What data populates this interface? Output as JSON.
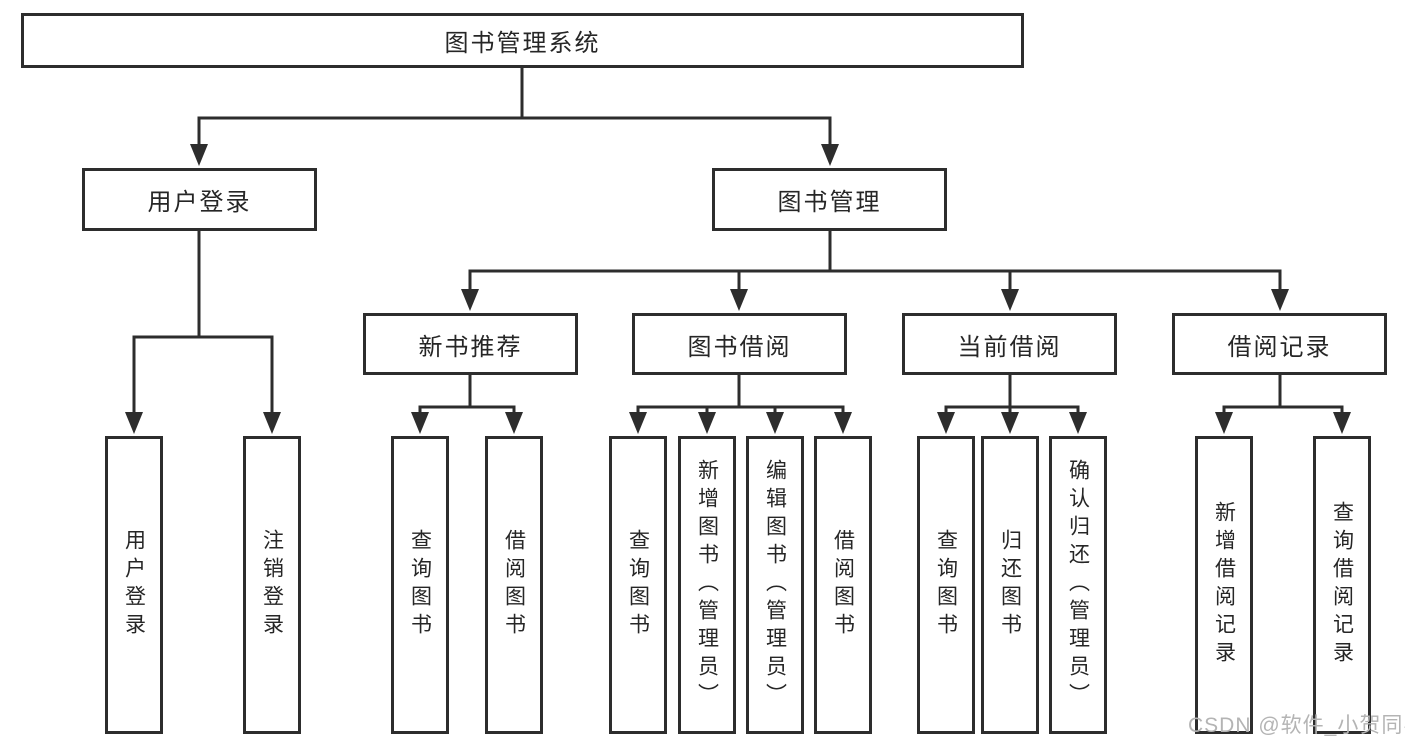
{
  "diagram": {
    "watermark": "CSDN @软件_小贺同学",
    "colors": {
      "line": "#2d2d2d",
      "node-border": "#2d2d2d",
      "node-text": "#262626",
      "watermark": "#b4b4b4",
      "background": "#ffffff"
    },
    "tree": {
      "root": "图书管理系统",
      "children": [
        {
          "label": "用户登录",
          "children": [
            "用户登录",
            "注销登录"
          ]
        },
        {
          "label": "图书管理",
          "children": [
            {
              "label": "新书推荐",
              "children": [
                "查询图书",
                "借阅图书"
              ]
            },
            {
              "label": "图书借阅",
              "children": [
                "查询图书",
                "新增图书（管理员）",
                "编辑图书（管理员）",
                "借阅图书"
              ]
            },
            {
              "label": "当前借阅",
              "children": [
                "查询图书",
                "归还图书",
                "确认归还（管理员）"
              ]
            },
            {
              "label": "借阅记录",
              "children": [
                "新增借阅记录",
                "查询借阅记录"
              ]
            }
          ]
        }
      ]
    }
  }
}
